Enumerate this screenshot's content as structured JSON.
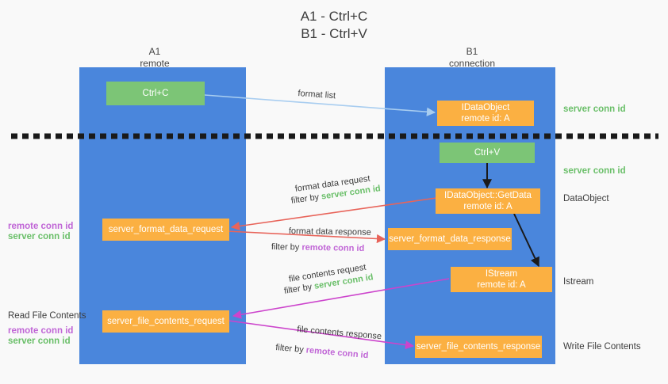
{
  "title": {
    "line1": "A1 - Ctrl+C",
    "line2": "B1 - Ctrl+V"
  },
  "columns": [
    {
      "id": "a1",
      "name": "A1",
      "subtitle": "remote"
    },
    {
      "id": "b1",
      "name": "B1",
      "subtitle": "connection"
    }
  ],
  "nodes": {
    "ctrl_c": {
      "line1": "Ctrl+C",
      "line2": "",
      "color": "#7cc576"
    },
    "idataobject": {
      "line1": "IDataObject",
      "line2": "remote id: A",
      "color": "#fbb042"
    },
    "ctrl_v": {
      "line1": "Ctrl+V",
      "line2": "",
      "color": "#7cc576"
    },
    "getdata": {
      "line1": "IDataObject::GetData",
      "line2": "remote id: A",
      "color": "#fbb042"
    },
    "istream": {
      "line1": "IStream",
      "line2": "remote id: A",
      "color": "#fbb042"
    },
    "server_format_data_request": {
      "line1": "server_format_data_request",
      "line2": "",
      "color": "#fbb042"
    },
    "server_format_data_response": {
      "line1": "server_format_data_response",
      "line2": "",
      "color": "#fbb042"
    },
    "server_file_contents_request": {
      "line1": "server_file_contents_request",
      "line2": "",
      "color": "#fbb042"
    },
    "server_file_contents_response": {
      "line1": "server_file_contents_response",
      "line2": "",
      "color": "#fbb042"
    }
  },
  "right_labels": {
    "server_conn_id_top": "server conn id",
    "server_conn_id_mid": "server conn id",
    "dataobject": "DataObject",
    "istream": "Istream",
    "write_file_contents": "Write File Contents"
  },
  "left_labels": {
    "remote_conn_id_upper": "remote conn id",
    "server_conn_id_upper": "server conn id",
    "read_file_contents": "Read File Contents",
    "remote_conn_id_lower": "remote conn id",
    "server_conn_id_lower": "server conn id"
  },
  "annotations": {
    "format_list": "format list",
    "format_data_request": "format data request",
    "format_data_request_filter_prefix": "filter by ",
    "format_data_request_filter_value": "server conn id",
    "format_data_response": "format data response",
    "format_data_response_filter_prefix": "filter by ",
    "format_data_response_filter_value": "remote conn id",
    "file_contents_request": "file contents request",
    "file_contents_request_filter_prefix": "filter by ",
    "file_contents_request_filter_value": "server conn id",
    "file_contents_response": "file contents response",
    "file_contents_response_filter_prefix": "filter by ",
    "file_contents_response_filter_value": "remote conn id"
  },
  "colors": {
    "lane": "#4a86dc",
    "green_node": "#7cc576",
    "orange_node": "#fbb042",
    "conn_green_text": "#6abf69",
    "conn_purple_text": "#c065d6",
    "arrow_lightblue": "#a8cdf0",
    "arrow_red": "#e8645a",
    "arrow_magenta": "#cc44cc",
    "arrow_black": "#1a1a1a",
    "divider": "#1a1a1a",
    "background": "#f9f9f9"
  }
}
